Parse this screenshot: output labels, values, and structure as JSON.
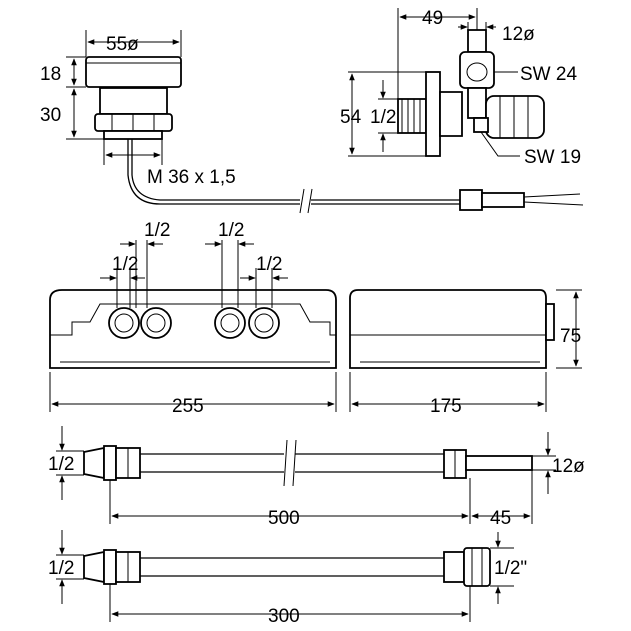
{
  "sensor": {
    "diameter": "55ø",
    "height_top": "18",
    "height_body": "30",
    "thread": "M 36 x 1,5"
  },
  "valve": {
    "offset": "49",
    "pipe_diameter": "12ø",
    "wrench_top": "SW 24",
    "height": "54",
    "inlet": "1/2",
    "wrench_bottom": "SW 19"
  },
  "control_box": {
    "port_a": "1/2",
    "port_b": "1/2",
    "port_c": "1/2",
    "port_d": "1/2",
    "width": "255",
    "cover_width": "175",
    "cover_height": "75"
  },
  "hose_long": {
    "fitting": "1/2",
    "end_diameter": "12ø",
    "length": "500",
    "end_length": "45"
  },
  "hose_short": {
    "fitting": "1/2",
    "end_fitting": "1/2\"",
    "length": "300"
  }
}
